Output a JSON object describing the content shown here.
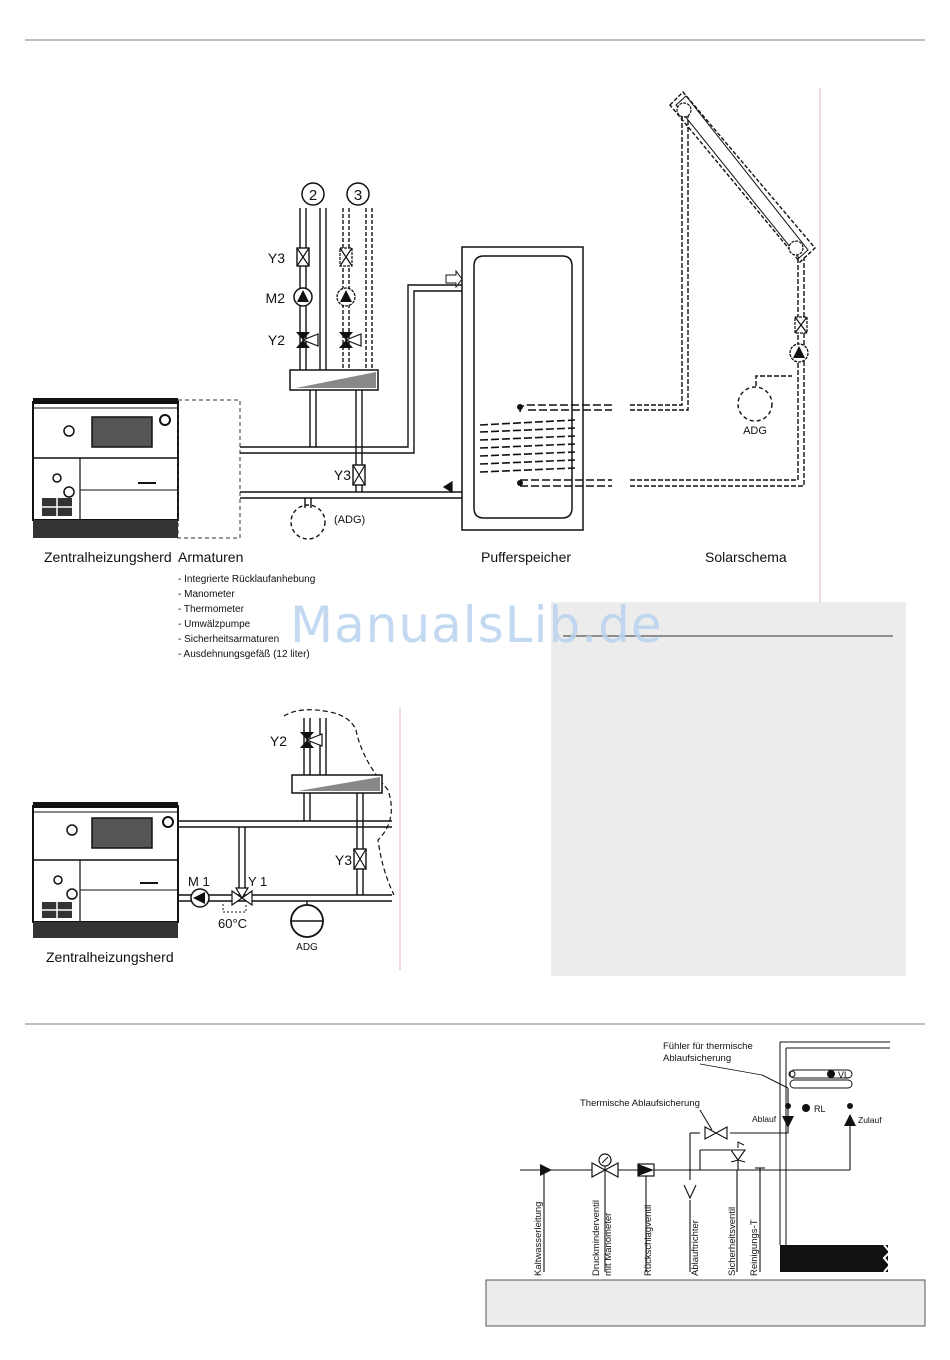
{
  "watermark": "ManualsLib.de",
  "diagram1": {
    "circuit_labels": [
      "2",
      "3"
    ],
    "valves": {
      "y3_top": "Y3",
      "m2": "M2",
      "y2": "Y2",
      "y3_lower": "Y3"
    },
    "adg_dashed": "(ADG)",
    "solar_adg": "ADG",
    "captions": {
      "stove": "Zentralheizungsherd",
      "fittings": "Armaturen",
      "buffer": "Pufferspeicher",
      "solar": "Solarschema"
    },
    "fittings_list": [
      "- Integrierte Rücklaufanhebung",
      "- Manometer",
      "- Thermometer",
      "- Umwälzpumpe",
      "- Sicherheitsarmaturen",
      "- Ausdehnungsgefäß (12 liter)"
    ]
  },
  "diagram2": {
    "y2": "Y2",
    "y3": "Y3",
    "m1": "M 1",
    "y1": "Y 1",
    "temp": "60°C",
    "adg": "ADG",
    "caption": "Zentralheizungsherd"
  },
  "diagram3": {
    "sensor_label": [
      "Fühler für thermische",
      "Ablaufsicherung"
    ],
    "thermal_label": "Thermische Ablaufsicherung",
    "vl": "VL",
    "rl": "RL",
    "ablauf": "Ablauf",
    "zulauf": "Zulauf",
    "vertical_labels": [
      "Kaltwasserleitung",
      "Druckminderventil",
      "mit Manometer",
      "Rückschlagventil",
      "Ablauftrichter",
      "Sicherheitsventil",
      "Reinigungs-T"
    ]
  }
}
